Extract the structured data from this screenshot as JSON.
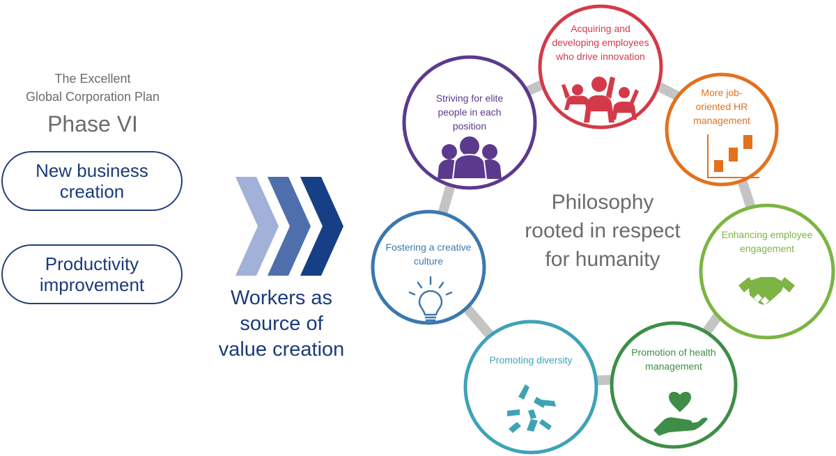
{
  "plan": {
    "heading_line1": "The Excellent",
    "heading_line2": "Global Corporation Plan",
    "phase": "Phase VI",
    "pillars": [
      {
        "label": "New business\ncreation"
      },
      {
        "label": "Productivity\nimprovement"
      }
    ]
  },
  "workers_text": "Workers as\nsource of\nvalue creation",
  "center_text": "Philosophy\nrooted in respect\nfor humanity",
  "initiatives": [
    {
      "label": "Acquiring and\ndeveloping employees\nwho drive innovation",
      "color": "#d33a49",
      "icon": "people-raising-hands-icon"
    },
    {
      "label": "More job-\noriented HR\nmanagement",
      "color": "#e2711d",
      "icon": "bar-chart-icon"
    },
    {
      "label": "Enhancing employee\nengagement",
      "color": "#7db443",
      "icon": "handshake-icon"
    },
    {
      "label": "Promotion of health\nmanagement",
      "color": "#3e8e47",
      "icon": "heart-in-hand-icon"
    },
    {
      "label": "Promoting diversity",
      "color": "#3fa3b6",
      "icon": "diverse-hands-icon"
    },
    {
      "label": "Fostering a creative\nculture",
      "color": "#3b78ae",
      "icon": "light-bulb-icon"
    },
    {
      "label": "Striving for elite\npeople in each\nposition",
      "color": "#5b3a8e",
      "icon": "people-group-icon"
    }
  ],
  "colors": {
    "navy": "#1b3b7a",
    "chevron_light": "#a2b1d7",
    "chevron_mid": "#4e6fac",
    "chevron_dark": "#173f85",
    "ring_connector": "#c4c4c4"
  }
}
